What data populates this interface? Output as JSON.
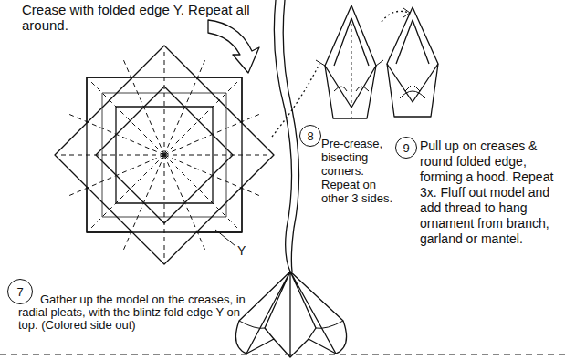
{
  "diagram": {
    "nodes": [
      {
        "text": [
          "7"
        ]
      },
      {
        "text": [
          "8"
        ]
      },
      {
        "text": [
          "9"
        ]
      }
    ],
    "labels": [
      "Crease with folded edge Y. Repeat all around.",
      "Y",
      "Gather up the model on the creases, in radial pleats, with the blintz fold edge Y on top. (Colored side out)",
      "Pre-crease, bisecting corners. Repeat on other 3 sides.",
      "Pull up on creases & round folded edge, forming a hood. Repeat 3x. Fluff out model and add thread to hang ornament from branch, garland or mantel."
    ]
  }
}
